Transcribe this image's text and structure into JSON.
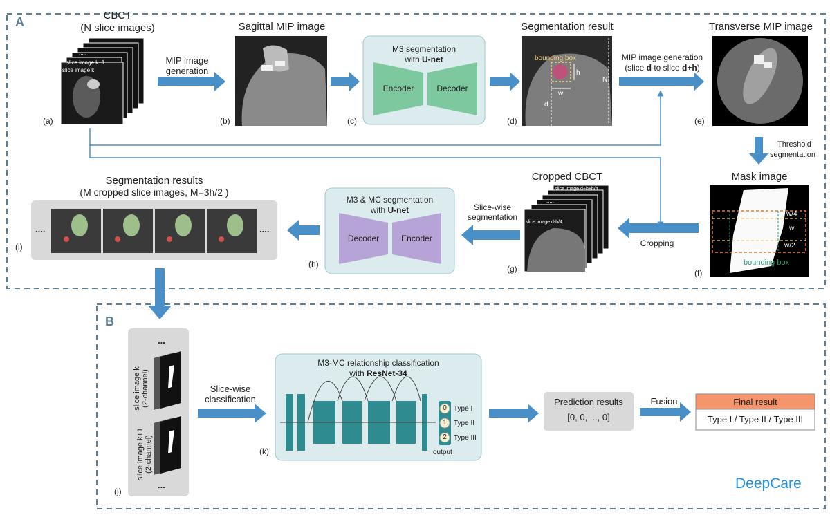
{
  "section_a": {
    "label": "A",
    "panels": {
      "a": {
        "title_line1": "CBCT",
        "title_line2": "(N slice images)",
        "tag": "(a)",
        "slice_label1": "slice image k+1",
        "slice_label2": "slice image k",
        "dots": "....."
      },
      "b": {
        "title": "Sagittal MIP image",
        "tag": "(b)"
      },
      "c": {
        "title_line1": "M3 segmentation",
        "title_prefix": "with ",
        "title_bold": "U-net",
        "encoder": "Encoder",
        "decoder": "Decoder",
        "tag": "(c)"
      },
      "d": {
        "title": "Segmentation result",
        "bbox_label": "bounding box",
        "h": "h",
        "w": "w",
        "d": "d",
        "n": "N",
        "tag": "(d)"
      },
      "e": {
        "title": "Transverse MIP image",
        "tag": "(e)"
      },
      "f": {
        "title": "Mask image",
        "w4": "w/4",
        "w": "w",
        "w2": "w/2",
        "bbox_label": "bounding box",
        "tag": "(f)"
      },
      "g": {
        "title": "Cropped CBCT",
        "slice_top": "slice image d+h+h/4",
        "slice_mid": "slice image d-h/4",
        "dots": ".....",
        "tag": "(g)"
      },
      "h": {
        "title_line1": "M3 & MC segmentation",
        "title_prefix": "with ",
        "title_bold": "U-net",
        "decoder": "Decoder",
        "encoder": "Encoder",
        "tag": "(h)"
      },
      "i": {
        "title_line1": "Segmentation results",
        "title_line2": "(M cropped slice images, M=3h/2 )",
        "dots": "....",
        "tag": "(i)"
      }
    },
    "arrows": {
      "mip_gen_line1": "MIP image",
      "mip_gen_line2": "generation",
      "mip_gen2_line1": "MIP image generation",
      "mip_gen2_line2_prefix": "(slice ",
      "mip_gen2_d": "d",
      "mip_gen2_to": " to slice ",
      "mip_gen2_dh": "d+h",
      "mip_gen2_close": ")",
      "threshold_line1": "Threshold",
      "threshold_line2": "segmentation",
      "cropping": "Cropping",
      "slicewise_seg_line1": "Slice-wise",
      "slicewise_seg_line2": "segmentation"
    }
  },
  "section_b": {
    "label": "B",
    "panels": {
      "j": {
        "slice_k_line1": "slice image k",
        "slice_k_line2": "(2-channel)",
        "slice_k1_line1": "slice image k+1",
        "slice_k1_line2": "(2-channel)",
        "dots": "...",
        "tag": "(j)"
      },
      "k": {
        "title_line1": "M3-MC relationship classification",
        "title_prefix": "with ",
        "title_bold": "ResNet-34",
        "out0": "0",
        "out1": "1",
        "out2": "2",
        "type1": "Type I",
        "type2": "Type II",
        "type3": "Type III",
        "output": "output",
        "tag": "(k)"
      }
    },
    "arrows": {
      "slicewise_cls_line1": "Slice-wise",
      "slicewise_cls_line2": "classification",
      "fusion": "Fusion"
    },
    "prediction": {
      "title": "Prediction results",
      "value": "[0, 0, ..., 0]"
    },
    "final": {
      "title": "Final result",
      "value": "Type I / Type II / Type III"
    }
  },
  "watermark": "DeepCare",
  "colors": {
    "arrow": "#4a90c8",
    "dashed": "#5b7f99",
    "encoder_green": "#7ec8a0",
    "decoder_purple": "#b6a4d6",
    "unet_box": "#dcecee",
    "resnet_teal": "#2e8b8f",
    "final_header": "#f4956c",
    "watermark": "#1e90e0"
  }
}
